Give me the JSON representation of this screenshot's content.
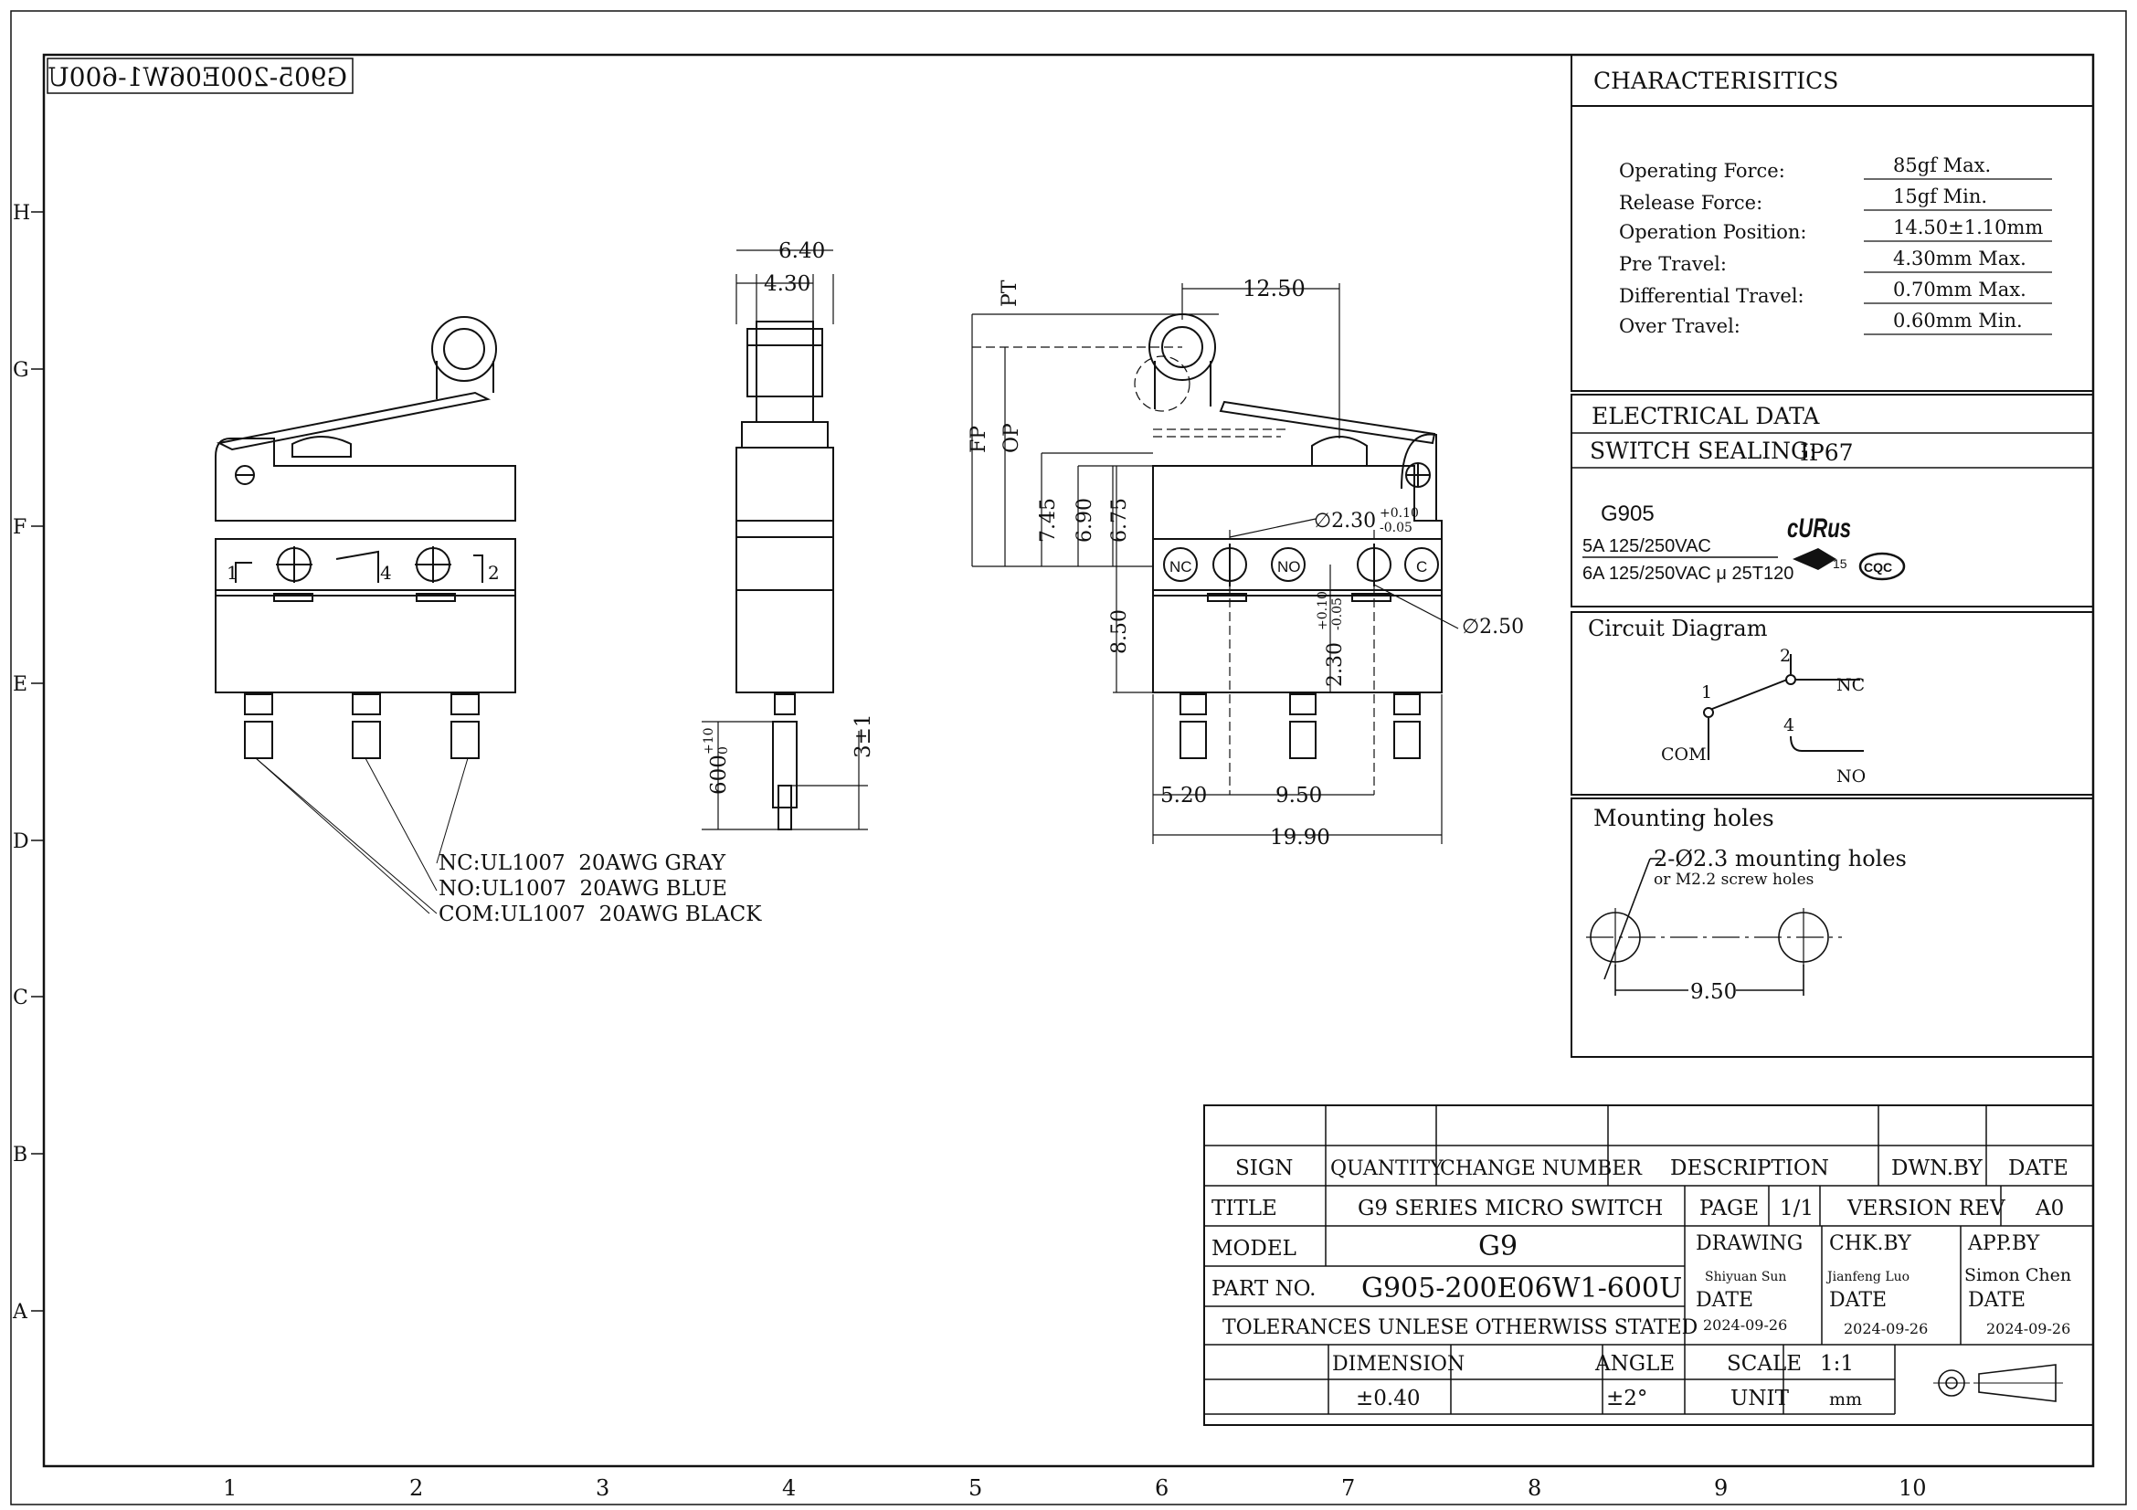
{
  "header": {
    "mirrored_part": "G905-200E06W1-600U"
  },
  "grid": {
    "rows": [
      "H",
      "G",
      "F",
      "E",
      "D",
      "C",
      "B",
      "A"
    ],
    "cols": [
      "1",
      "2",
      "3",
      "4",
      "5",
      "6",
      "7",
      "8",
      "9",
      "10"
    ]
  },
  "views": {
    "front": {
      "pins": [
        "1",
        "4",
        "2"
      ],
      "wires": [
        "NC:UL1007  20AWG GRAY",
        "NO:UL1007  20AWG BLUE",
        "COM:UL1007  20AWG BLACK"
      ]
    },
    "side": {
      "dim_width_outer": "6.40",
      "dim_width_inner": "4.30",
      "dim_length": "600",
      "dim_length_tol_upper": "+10",
      "dim_length_tol_lower": "0",
      "dim_strip": "3±1"
    },
    "main": {
      "dim_roller_x": "12.50",
      "label_pt": "PT",
      "label_fp": "FP",
      "label_op": "OP",
      "dim_h1": "7.45",
      "dim_h2": "6.90",
      "dim_h3": "6.75",
      "dim_h4": "8.50",
      "hole_dia": "∅2.30",
      "hole_tol_upper": "+0.10",
      "hole_tol_lower": "-0.05",
      "hole_offset": "2.30",
      "hole_offset_tol_upper": "+0.10",
      "hole_offset_tol_lower": "-0.05",
      "dim_dia2": "∅2.50",
      "terminals": [
        "NC",
        "NO",
        "C"
      ],
      "dim_left": "5.20",
      "dim_pitch": "9.50",
      "dim_total": "19.90"
    }
  },
  "characteristics": {
    "title": "CHARACTERISITICS",
    "rows": [
      {
        "label": "Operating Force:",
        "value": "85gf Max."
      },
      {
        "label": "Release Force:",
        "value": "15gf Min."
      },
      {
        "label": "Operation Position:",
        "value": "14.50±1.10mm"
      },
      {
        "label": "Pre Travel:",
        "value": "4.30mm Max."
      },
      {
        "label": "Differential Travel:",
        "value": "0.70mm Max."
      },
      {
        "label": "Over Travel:",
        "value": "0.60mm Min."
      }
    ]
  },
  "electrical": {
    "title": "ELECTRICAL DATA",
    "sealing_label": "SWITCH SEALING:",
    "sealing_value": "IP67",
    "model": "G905",
    "rating1": "5A 125/250VAC",
    "rating2": "6A 125/250VAC μ 25T120",
    "cert_ul": "cURus",
    "cert_enec_num": "15",
    "cert_cqc": "CQC"
  },
  "circuit": {
    "title": "Circuit Diagram",
    "pin1": "1",
    "pin2": "2",
    "pin4": "4",
    "com": "COM",
    "nc": "NC",
    "no": "NO"
  },
  "mounting": {
    "title": "Mounting holes",
    "note1": "2-Ø2.3 mounting holes",
    "note2": "or M2.2 screw holes",
    "pitch": "9.50"
  },
  "title_block": {
    "sign": "SIGN",
    "quantity": "QUANTITY",
    "change_number": "CHANGE NUMBER",
    "description": "DESCRIPTION",
    "dwn_by": "DWN.BY",
    "date": "DATE",
    "title_label": "TITLE",
    "title_value": "G9 SERIES MICRO SWITCH",
    "page_label": "PAGE",
    "page_value": "1/1",
    "version_label": "VERSION REV",
    "version_value": "A0",
    "model_label": "MODEL",
    "model_value": "G9",
    "drawing_label": "DRAWING",
    "drawing_name": "Shiyuan Sun",
    "chk_label": "CHK.BY",
    "chk_name": "Jianfeng Luo",
    "app_label": "APP.BY",
    "app_name": "Simon Chen",
    "part_label": "PART NO.",
    "part_value": "G905-200E06W1-600U",
    "date_label": "DATE",
    "date1": "2024-09-26",
    "date2": "2024-09-26",
    "date3": "2024-09-26",
    "tolerances": "TOLERANCES UNLESE OTHERWISS STATED",
    "dimension_label": "DIMENSION",
    "dimension_value": "±0.40",
    "angle_label": "ANGLE",
    "angle_value": "±2°",
    "scale_label": "SCALE",
    "scale_value": "1:1",
    "unit_label": "UNIT",
    "unit_value": "mm"
  }
}
